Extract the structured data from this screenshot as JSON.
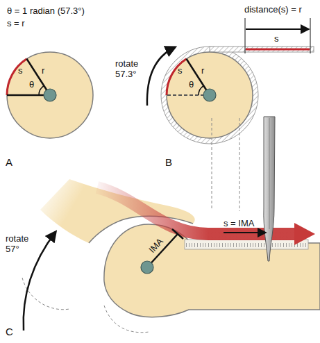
{
  "diagram": {
    "labels": [
      "θ = 1 radian (57.3°)",
      "s = r",
      "s",
      "r",
      "θ",
      "A",
      "distance(s) = r",
      "s",
      "rotate 57.3°",
      "s",
      "r",
      "θ",
      "B",
      "rotate 57°",
      "IMA",
      "s = IMA",
      "C"
    ]
  }
}
